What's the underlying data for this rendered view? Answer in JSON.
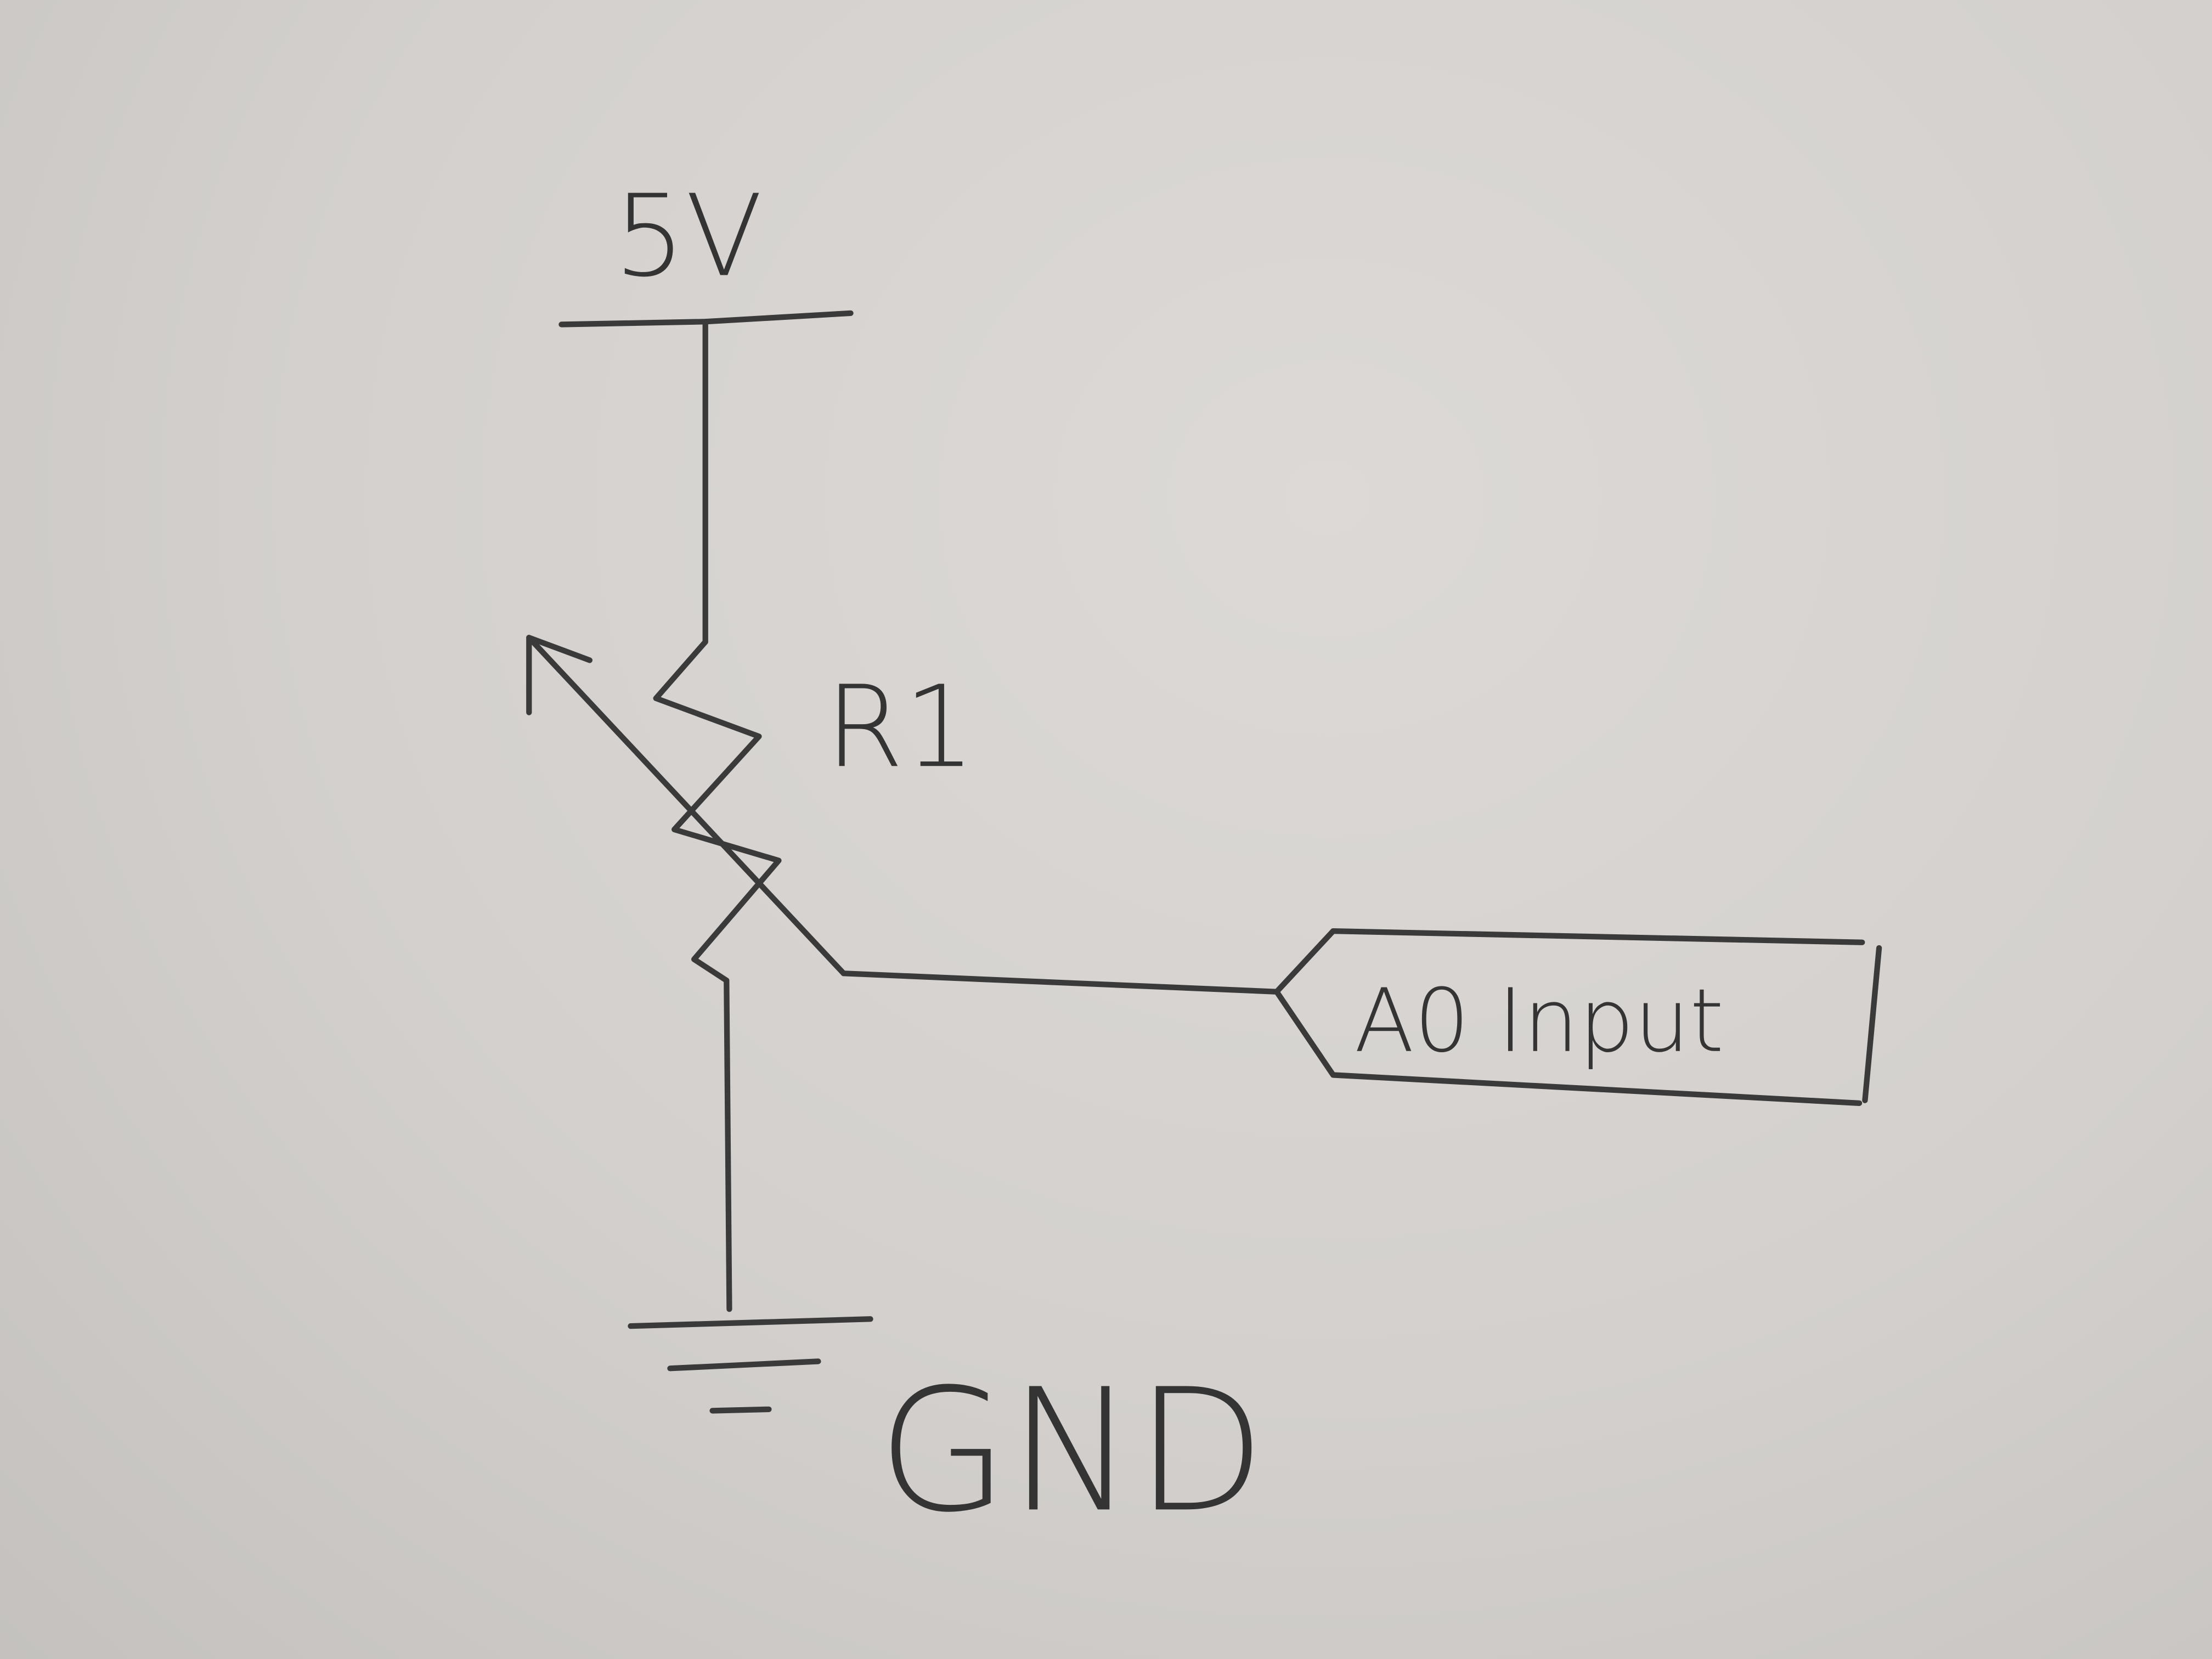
{
  "diagram": {
    "supply_label": "5V",
    "resistor_label": "R1",
    "ground_label": "GND",
    "input_label": "A0 Input"
  },
  "colors": {
    "ink": "#3b3a3a",
    "paper": "#d6d3d0"
  }
}
